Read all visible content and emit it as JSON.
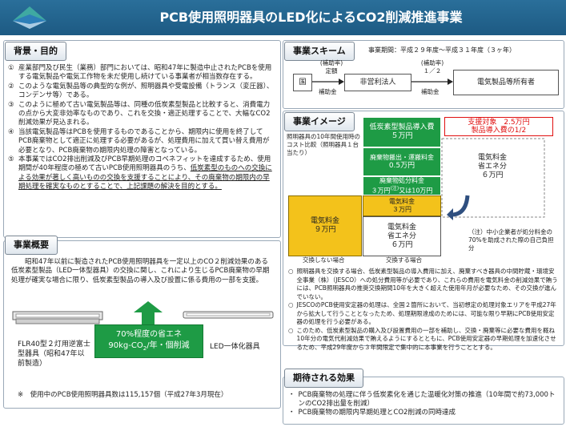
{
  "header": {
    "title": "PCB使用照明器具のLED化によるCO2削減推進事業"
  },
  "background": {
    "heading": "背景・目的",
    "items": [
      {
        "num": "①",
        "text": "産業部門及び民生（業務）部門においては、昭和47年に製造中止されたPCBを使用する電気製品や電気工作物を未だ使用し続けている事業者が相当数存在する。"
      },
      {
        "num": "②",
        "text": "このような電気製品等の典型的な例が、照明器具や受電設備（トランス（変圧器）、コンデンサ等）である。"
      },
      {
        "num": "③",
        "text": "このように極めて古い電気製品等は、同種の低炭素型製品と比較すると、消費電力の点から大変非効率なものであり、これを交換・適正処理することで、大幅なCO2削減効果が見込まれる。"
      },
      {
        "num": "④",
        "text": "当該電気製品等はPCBを使用するものであることから、期限内に使用を終了してPCB廃棄物として適正に処理する必要があるが、処理費用に加えて買い替え費用が必要となり、PCB廃棄物の期限内処理の障害となっている。"
      },
      {
        "num": "⑤",
        "text": "本事業ではCO2排出削減及びPCB早期処理のコベネフィットを達成するため、使用期間が40年程度の極めて古いPCB使用照明器具のうち、",
        "underline": "低炭素型のものへの交換による効果が著しく高いものの交換を支援することにより、その廃棄物の期限内の早期処理を確実なものとすることで、上記課題の解決を目的とする。"
      }
    ]
  },
  "overview": {
    "heading": "事業概要",
    "text": "昭和47年以前に製造されたPCB使用照明器具を一定以上のCO２削減効果のある低炭素型製品（LED一体型器具）の交換に関し、これにより生じるPCB廃棄物の早期処理が確実な場合に限り、低炭素型製品の導入及び設置に係る費用の一部を支援。",
    "old_lamp": "FLR40型２灯用逆富士型器具（昭和47年以前製造）",
    "new_lamp": "LED一体化器具",
    "effect_line1": "70%程度の省エネ",
    "effect_line2": "90kg-CO",
    "effect_sub": "2",
    "effect_line2b": "/年・個削減",
    "note_mark": "※",
    "note": "使用中のPCB使用照明器具数は115,157個（平成27年3月現在）"
  },
  "scheme": {
    "heading": "事業スキーム",
    "period": "事業期間：平成２９年度〜平成３１年度（３ヶ年）",
    "node_country": "国",
    "node_org": "非営利法人",
    "node_owner": "電気製品等所有者",
    "arrow1_top1": "(補助率)",
    "arrow1_top2": "定額",
    "arrow1_bottom": "補助金",
    "arrow2_top1": "(補助率)",
    "arrow2_top2": "１／２",
    "arrow2_bottom": "補助金"
  },
  "image": {
    "heading": "事業イメージ",
    "cost_note": "照明器具の10年間使用時のコスト比較（照明器具１台当たり）",
    "green_top": "低炭素型製品導入費",
    "green_top_val": "５万円",
    "green_mid": "廃棄物搬出・運搬料金",
    "green_mid_val": "0.5万円",
    "green_bot": "廃棄物処分料金",
    "green_bot_val": "３万円",
    "green_bot_note": "(注)",
    "green_bot_val2": "又は10万円",
    "yellow_small": "電気料金",
    "yellow_small_val": "３万円",
    "support_line1": "支援対象　2.5万円",
    "support_line2": "製品導入費の1/2",
    "right_label": "電気料金",
    "right_label2": "省エネ分",
    "right_val": "６万円",
    "yellow_big": "電気料金",
    "yellow_big_val": "９万円",
    "mid_white": "電気料金",
    "mid_white2": "省エネ分",
    "mid_white_val": "６万円",
    "col1_label": "交換しない場合",
    "col2_label": "交換する場合",
    "note_sme": "（注）中小企業者が処分料金の70%を助成された際の自己負担分",
    "bullets": [
      "照明器具を交換する場合、低炭素型製品の導入費用に加え、廃棄すべき器具の中間貯蔵・環境安全事業（株）（JESCO）への処分費用等が必要であり、これらの費用を電気料金の削減効果で賄うには、PCB照明器具の推奨交換期間10年を大きく超えた使用年月が必要なため、その交換が進んでいない。",
      "JESCOのPCB使用安定器の処理は、全国２箇所において、当初想定の処理対象エリアを平成27年から拡大して行うこととなったため、処理期限達成のためには、可能な限り早期にPCB使用安定器の処理を行う必要がある。",
      "このため、低炭素型製品の購入及び設置費用の一部を補助し、交換・廃棄等に必要な費用を概ね10年分の電気代削減効果で賄えるようにするとともに、PCB使用安定器の早期処理を加速化させるため、平成29年度から３年間限定で集中的に本事業を行うこととする。"
    ]
  },
  "effects": {
    "heading": "期待される効果",
    "items": [
      "PCB廃棄物の処理に伴う低炭素化を通じた温暖化対策の推進（10年間で約73,000トンのCO2排出量を削減）",
      "PCB廃棄物の期限内早期処理とCO2削減の同時達成"
    ]
  },
  "colors": {
    "header": "#1d5a83",
    "green": "#1e9b45",
    "yellow": "#f3c21b",
    "red": "#e01010"
  }
}
